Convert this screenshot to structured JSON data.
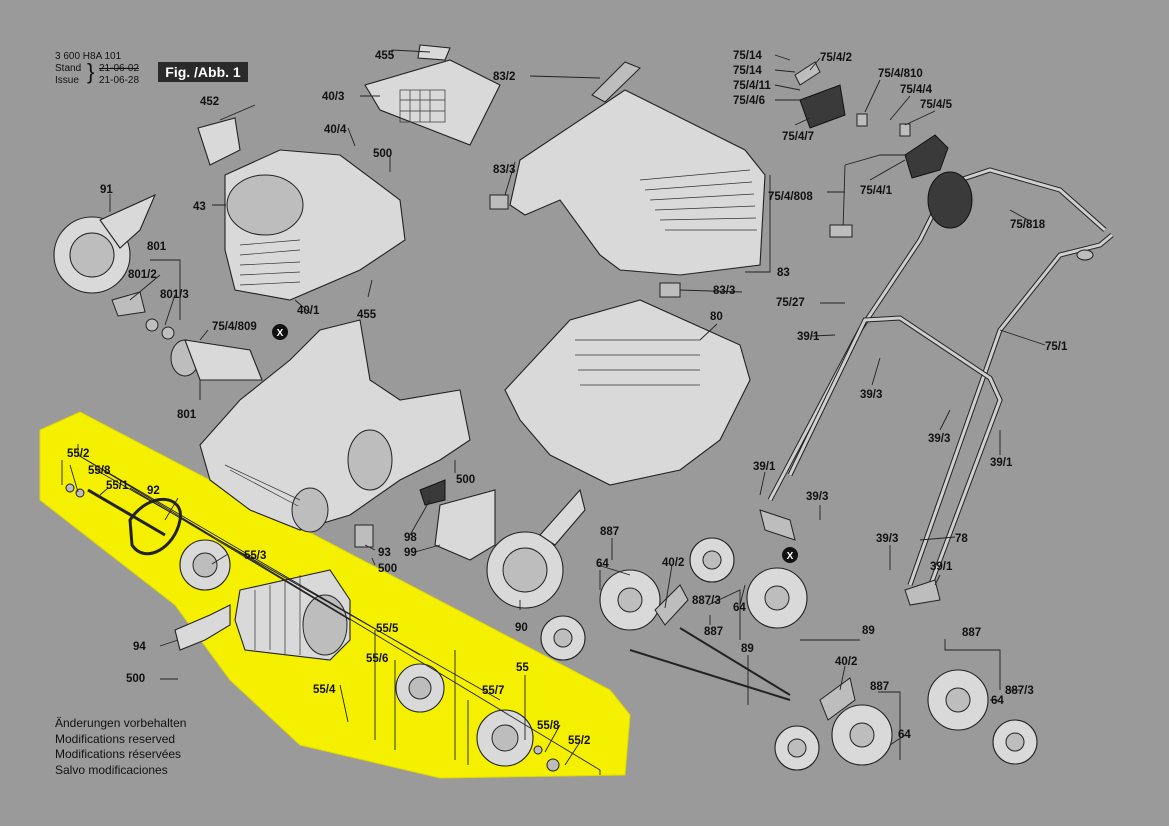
{
  "header": {
    "part_number": "3 600 H8A 101",
    "stand_label": "Stand",
    "issue_label": "Issue",
    "stand_date": "21-06-02",
    "issue_date": "21-06-28",
    "figure_label": "Fig. /Abb. 1"
  },
  "notes": [
    "Änderungen vorbehalten",
    "Modifications reserved",
    "Modifications réservées",
    "Salvo modificaciones"
  ],
  "colors": {
    "background": "#9a9a9a",
    "highlight": "#f5f000",
    "x_marker": "#1a1a1a"
  },
  "x_marker_symbol": "X",
  "labels": {
    "l455a": "455",
    "l40_3": "40/3",
    "l452": "452",
    "l40_4": "40/4",
    "l500a": "500",
    "l91": "91",
    "l43": "43",
    "l801a": "801",
    "l801_2": "801/2",
    "l801_3": "801/3",
    "l75_4_809": "75/4/809",
    "l40_1": "40/1",
    "l455b": "455",
    "l801b": "801",
    "l83_2": "83/2",
    "l83_3a": "83/3",
    "l83": "83",
    "l83_3b": "83/3",
    "l80": "80",
    "l75_14a": "75/14",
    "l75_14b": "75/14",
    "l75_4_11": "75/4/11",
    "l75_4_6": "75/4/6",
    "l75_4_2": "75/4/2",
    "l75_4_810": "75/4/810",
    "l75_4_4": "75/4/4",
    "l75_4_5": "75/4/5",
    "l75_4_7": "75/4/7",
    "l75_4_1": "75/4/1",
    "l75_4_808": "75/4/808",
    "l75_818": "75/818",
    "l75_27": "75/27",
    "l39_1a": "39/1",
    "l75_1": "75/1",
    "l39_3a": "39/3",
    "l39_3b": "39/3",
    "l39_1b": "39/1",
    "l39_1c": "39/1",
    "l39_3c": "39/3",
    "l39_3d": "39/3",
    "l78": "78",
    "l39_1d": "39/1",
    "l55_2a": "55/2",
    "l55_8a": "55/8",
    "l55_1": "55/1",
    "l92": "92",
    "l55_3": "55/3",
    "l94": "94",
    "l500b": "500",
    "l55_5": "55/5",
    "l55_6": "55/6",
    "l55_4": "55/4",
    "l55": "55",
    "l55_7": "55/7",
    "l55_8b": "55/8",
    "l55_2b": "55/2",
    "l500c": "500",
    "l98": "98",
    "l99": "99",
    "l93": "93",
    "l500d": "500",
    "l90": "90",
    "l887a": "887",
    "l64a": "64",
    "l40_2a": "40/2",
    "l887_3a": "887/3",
    "l887b": "887",
    "l64b": "64",
    "l89a": "89",
    "l89b": "89",
    "l887c": "887",
    "l887_3b": "887/3",
    "l64c": "64",
    "l40_2b": "40/2",
    "l887d": "887",
    "l64d": "64"
  }
}
